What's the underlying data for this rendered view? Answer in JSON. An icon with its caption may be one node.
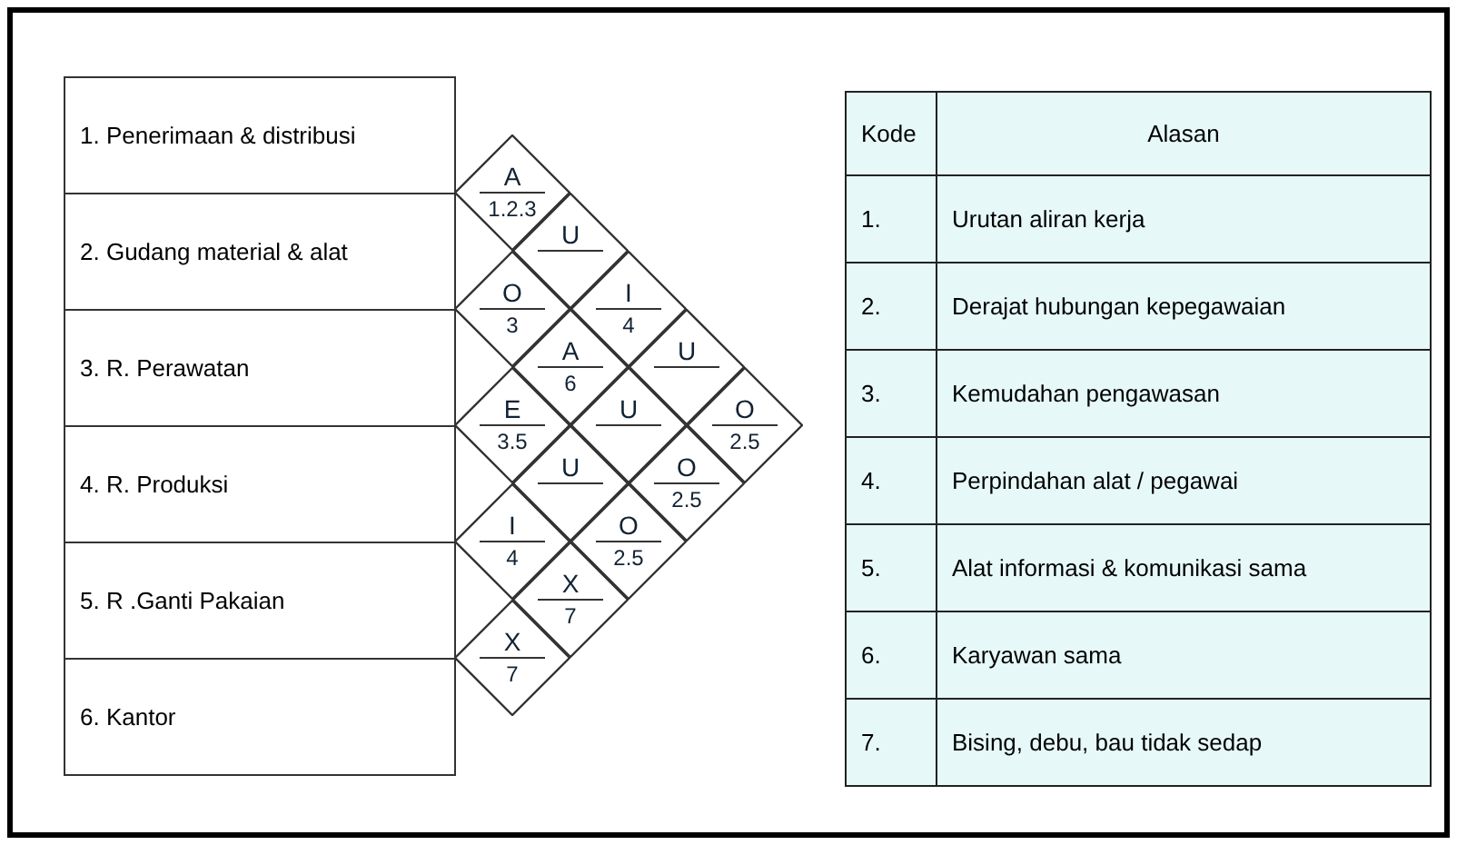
{
  "diagram": {
    "nodes": [
      {
        "text": [
          "1. Penerimaan & distribusi"
        ]
      },
      {
        "text": [
          "2. Gudang material & alat"
        ]
      },
      {
        "text": [
          "3. R. Perawatan"
        ]
      },
      {
        "text": [
          "4. R. Produksi"
        ]
      },
      {
        "text": [
          "5. R .Ganti Pakaian"
        ]
      },
      {
        "text": [
          "6. Kantor"
        ]
      },
      {
        "text": [
          "A",
          "1.2.3"
        ]
      },
      {
        "text": [
          "U"
        ]
      },
      {
        "text": [
          "O",
          "3"
        ]
      },
      {
        "text": [
          "I",
          "4"
        ]
      },
      {
        "text": [
          "A",
          "6"
        ]
      },
      {
        "text": [
          "U"
        ]
      },
      {
        "text": [
          "E",
          "3.5"
        ]
      },
      {
        "text": [
          "U"
        ]
      },
      {
        "text": [
          "O",
          "2.5"
        ]
      },
      {
        "text": [
          "U"
        ]
      },
      {
        "text": [
          "O",
          "2.5"
        ]
      },
      {
        "text": [
          "I",
          "4"
        ]
      },
      {
        "text": [
          "O",
          "2.5"
        ]
      },
      {
        "text": [
          "X",
          "7"
        ]
      },
      {
        "text": [
          "X",
          "7"
        ]
      }
    ],
    "edges": [],
    "labels": [
      "Kode",
      "Alasan",
      "1.",
      "Urutan aliran kerja",
      "2.",
      "Derajat hubungan kepegawaian",
      "3.",
      "Kemudahan pengawasan",
      "4.",
      "Perpindahan alat / pegawai",
      "5.",
      "Alat informasi & komunikasi sama",
      "6.",
      "Karyawan sama",
      "7.",
      "Bising, debu, bau tidak sedap"
    ]
  }
}
